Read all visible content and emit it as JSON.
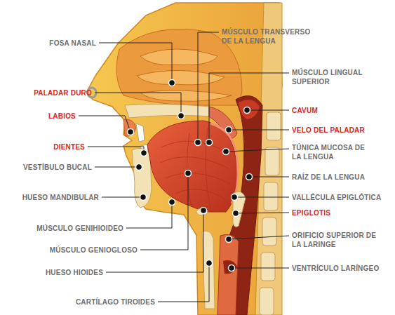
{
  "diagram": {
    "labels": [
      "FOSA NASAL",
      "PALADAR DURO",
      "LABIOS",
      "DIENTES",
      "VESTÍBULO BUCAL",
      "HUESO MANDIBULAR",
      "MÚSCULO GENIHIOIDEO",
      "MÚSCULO GENIOGLOSO",
      "HUESO HIOIDES",
      "CARTÍLAGO TIROIDES",
      "MÚSCULO TRANSVERSO DE LA LENGUA",
      "MÚSCULO LINGUAL SUPERIOR",
      "CAVUM",
      "VELO DEL PALADAR",
      "TÚNICA MUCOSA DE LA LENGUA",
      "RAÍZ DE LA LENGUA",
      "VALLÉCULA EPIGLÓTICA",
      "EPIGLOTIS",
      "ORIFICIO SUPERIOR DE LA LARINGE",
      "VENTRÍCULO LARÍNGEO"
    ]
  }
}
